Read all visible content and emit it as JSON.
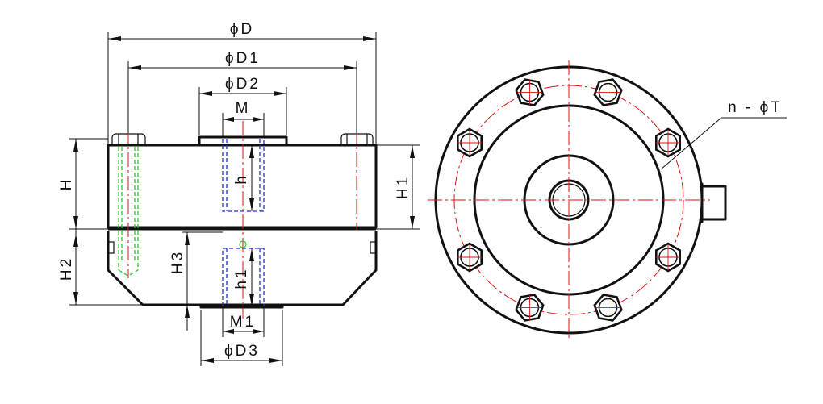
{
  "labels": {
    "phiD": "ϕD",
    "phiD1": "ϕD1",
    "phiD2": "ϕD2",
    "M": "M",
    "H": "H",
    "H1": "H1",
    "H2": "H2",
    "H3": "H3",
    "h": "h",
    "h1": "h1",
    "M1": "M1",
    "phiD3": "ϕD3",
    "nT": "n - ϕT"
  },
  "colors": {
    "outline": "#111111",
    "centerline": "#e01010",
    "hidden_thread": "#2233cc",
    "bolt_hidden": "#22cc22"
  }
}
